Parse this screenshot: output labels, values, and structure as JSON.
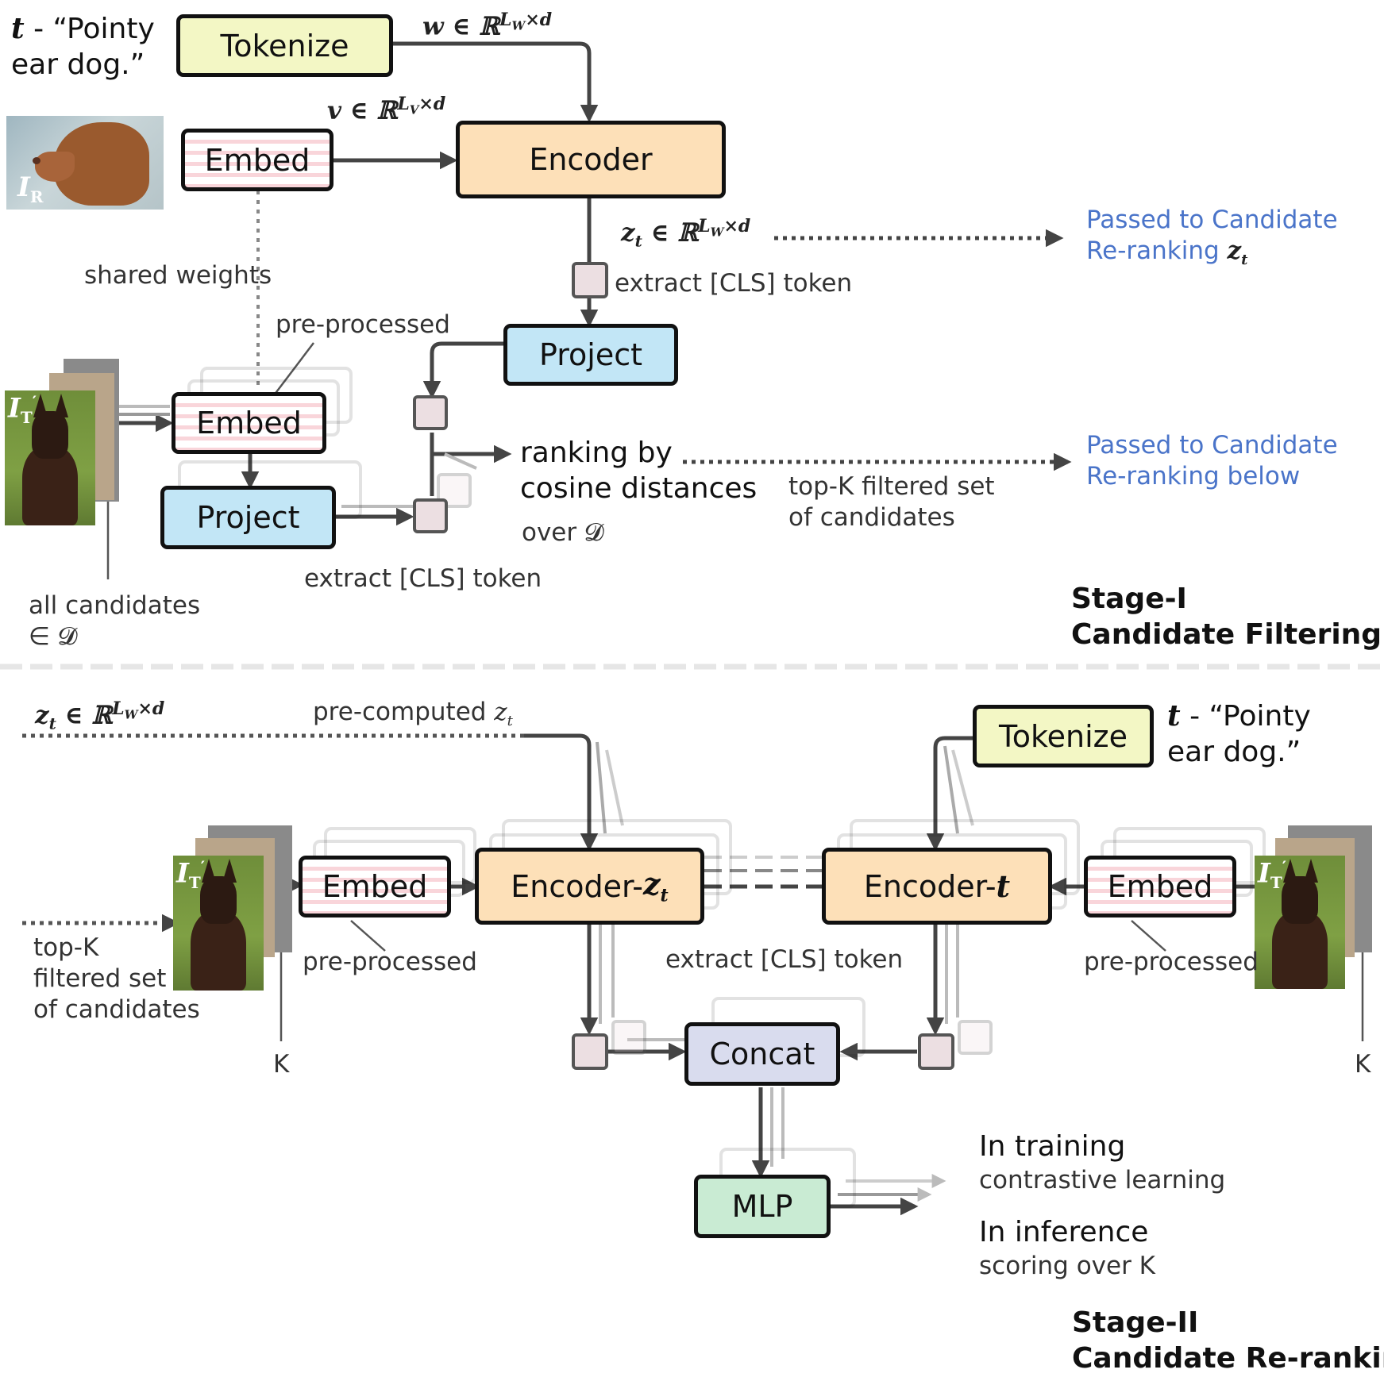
{
  "stage1": {
    "query_text_prefix": "t",
    "query_text_line1": " - “Pointy",
    "query_text_line2": "ear dog.”",
    "ref_image_label": "I",
    "ref_image_sub": "R",
    "tokenize_label": "Tokenize",
    "embed_label": "Embed",
    "encoder_label": "Encoder",
    "project_label": "Project",
    "w_expr": "w ∈ ℝ^(L_w×d)",
    "w_main": "w ∈ ℝ",
    "w_sup": "L",
    "w_sup_sub": "W",
    "w_sup_rest": "×d",
    "v_main": "v ∈ ℝ",
    "v_sup": "L",
    "v_sup_sub": "V",
    "v_sup_rest": "×d",
    "z_main": "z",
    "z_sub": "t",
    "z_rest": " ∈ ℝ",
    "z_sup": "L",
    "z_sup_sub": "W",
    "z_sup_rest": "×d",
    "passed_zt_line1": "Passed to Candidate",
    "passed_zt_line2": "Re-ranking",
    "passed_zt_sym": "z",
    "passed_zt_sub": "t",
    "extract_cls_top": "extract [CLS] token",
    "shared_weights": "shared weights",
    "pre_processed": "pre-processed",
    "cand_image_label": "I",
    "cand_image_sub": "T",
    "cand_image_sup": "′",
    "cand_embed_label": "Embed",
    "cand_project_label": "Project",
    "ranking_line1": "ranking by",
    "ranking_line2": "cosine distances",
    "ranking_line3": "over 𝓓",
    "topk_line1": "top-K filtered set",
    "topk_line2": "of candidates",
    "passed_below_line1": "Passed to Candidate",
    "passed_below_line2": "Re-ranking below",
    "extract_cls_bottom": "extract [CLS] token",
    "all_candidates_line1": "all candidates",
    "all_candidates_line2": "∈ 𝓓",
    "stage_title_line1": "Stage-I",
    "stage_title_line2": "Candidate Filtering"
  },
  "stage2": {
    "zt_main": "z",
    "zt_sub": "t",
    "zt_rest": " ∈ ℝ",
    "zt_sup": "L",
    "zt_sup_sub": "W",
    "zt_sup_rest": "×d",
    "precomputed": "pre-computed ",
    "precomputed_sym": "z",
    "precomputed_sub": "t",
    "tokenize_label": "Tokenize",
    "query_text_prefix": "t",
    "query_text_line1": " - “Pointy",
    "query_text_line2": "ear dog.”",
    "left_image_label": "I",
    "left_image_sub": "T",
    "left_image_sup": "′",
    "right_image_label": "I",
    "right_image_sub": "T",
    "right_image_sup": "′",
    "left_embed_label": "Embed",
    "right_embed_label": "Embed",
    "encoder_zt_label": "Encoder- ",
    "encoder_zt_sym": "z",
    "encoder_zt_sub": "t",
    "encoder_t_label": "Encoder- ",
    "encoder_t_sym": "t",
    "pre_processed_left": "pre-processed",
    "pre_processed_right": "pre-processed",
    "extract_cls": "extract [CLS] token",
    "topk_line1": "top-K",
    "topk_line2": "filtered set",
    "topk_line3": "of candidates",
    "k_left": "K",
    "k_right": "K",
    "concat_label": "Concat",
    "mlp_label": "MLP",
    "training_title": "In training",
    "training_sub": "contrastive learning",
    "inference_title": "In inference",
    "inference_sub": "scoring over K",
    "stage_title_line1": "Stage-II",
    "stage_title_line2": "Candidate Re-ranking"
  },
  "colors": {
    "tokenize": "#f3f7c5",
    "encoder": "#fde0b8",
    "project": "#c2e6f6",
    "concat": "#d9dcee",
    "mlp": "#c9ebd3",
    "token_square": "#ecdfe2",
    "passed_text": "#4a74c9"
  }
}
